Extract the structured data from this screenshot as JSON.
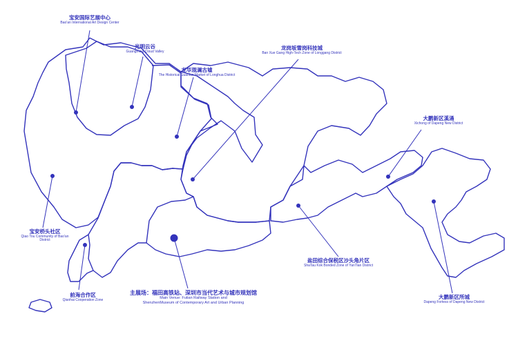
{
  "colors": {
    "accent": "#3333bb",
    "background": "#ffffff"
  },
  "labels": {
    "baoan_art": {
      "zh": "宝安国际艺展中心",
      "en": "Bao'an International Art Design Center"
    },
    "guangming": {
      "zh": "光明云谷",
      "en": "Guangming Cloud Valley"
    },
    "guanlan": {
      "zh": "龙华观澜古墟",
      "en": "The Historical Guanlan Market of Longhua District"
    },
    "banxuegang": {
      "zh": "龙岗坂雪岗科技城",
      "en": "Ban Xue Gang High-Tech Zone of Longgang District"
    },
    "xichong": {
      "zh": "大鹏新区溪涌",
      "en": "Xichong of Dapeng New District"
    },
    "qiaotou": {
      "zh": "宝安桥头社区",
      "en": "Qiao Tou Community of Bao'an",
      "en2": "District"
    },
    "qianhai": {
      "zh": "前海合作区",
      "en": "Qianhai Cooperation Zone"
    },
    "main_venue": {
      "zh": "主展场：福田高铁站、深圳市当代艺术与城市规划馆",
      "en": "Main Venue: Futian Railway Station and",
      "en2": "ShenzhenMuseum of Contemporary Art and Urban Planning"
    },
    "shatoujiao": {
      "zh": "盐田综合保税区沙头角片区",
      "en": "ShaTau Kok Bonded Zone of YanTian District"
    },
    "dapeng_fortress": {
      "zh": "大鹏新区所城",
      "en": "Dapeng Fortess of Dapeng New District"
    }
  }
}
